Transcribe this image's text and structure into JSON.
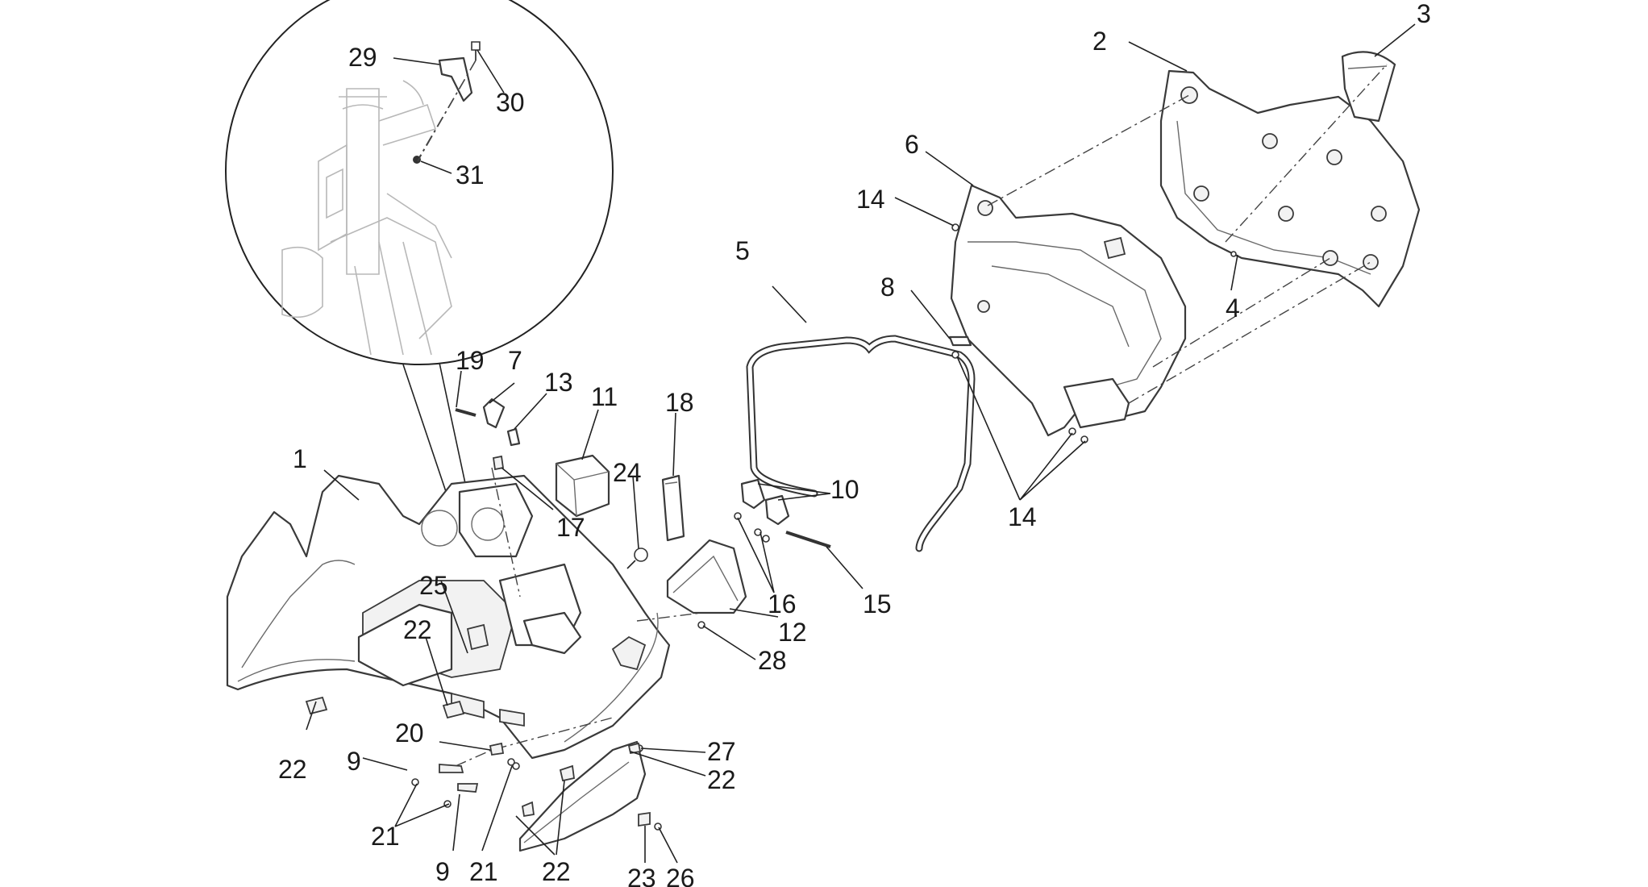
{
  "labels": {
    "p1": "1",
    "p2": "2",
    "p3": "3",
    "p4": "4",
    "p5": "5",
    "p6": "6",
    "p7": "7",
    "p8": "8",
    "p9a": "9",
    "p9b": "9",
    "p10": "10",
    "p11": "11",
    "p12": "12",
    "p13": "13",
    "p14a": "14",
    "p14b": "14",
    "p15": "15",
    "p16": "16",
    "p17": "17",
    "p18": "18",
    "p19": "19",
    "p20": "20",
    "p21a": "21",
    "p21b": "21",
    "p22a": "22",
    "p22b": "22",
    "p22c": "22",
    "p22d": "22",
    "p23": "23",
    "p24": "24",
    "p25": "25",
    "p26": "26",
    "p27": "27",
    "p28": "28",
    "p29": "29",
    "p30": "30",
    "p31": "31"
  }
}
